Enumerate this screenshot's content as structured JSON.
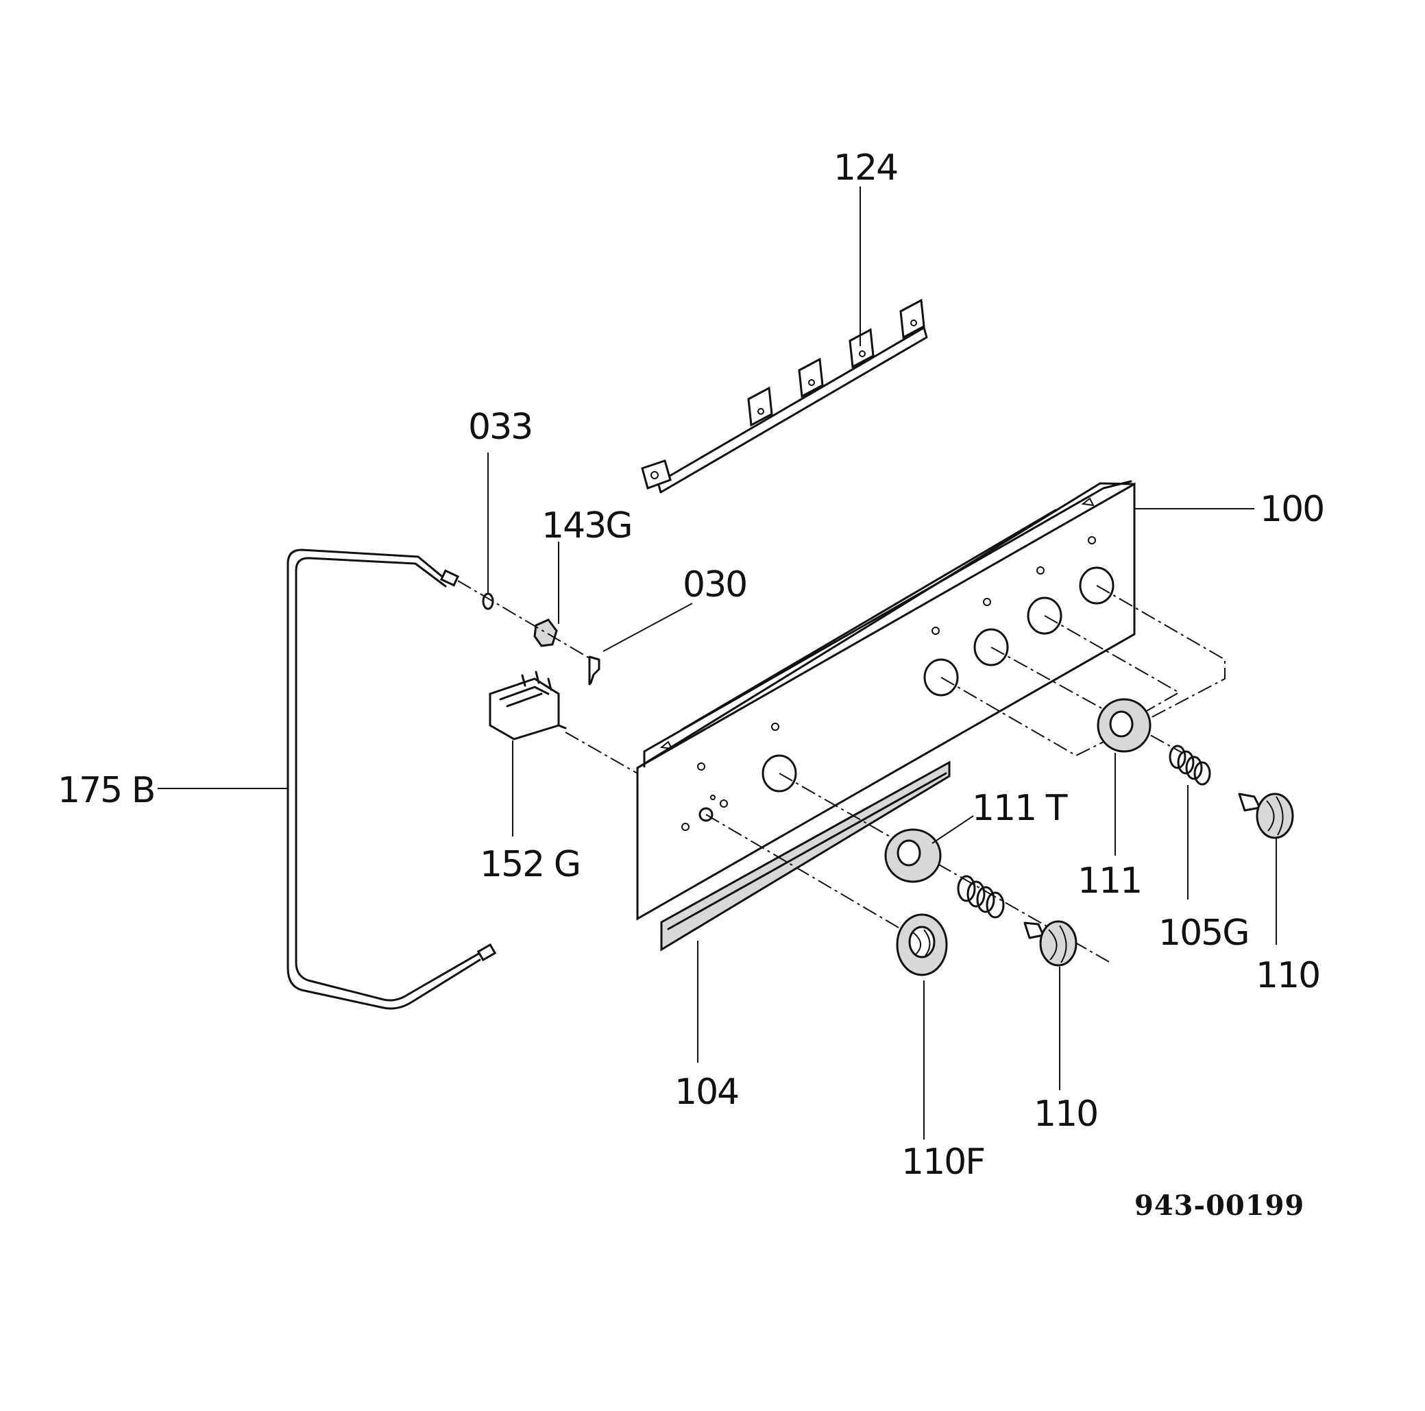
{
  "diagram": {
    "drawing_number": "943-00199",
    "parts": [
      {
        "id": "124",
        "label": "124"
      },
      {
        "id": "033",
        "label": "033"
      },
      {
        "id": "143G",
        "label": "143G"
      },
      {
        "id": "030",
        "label": "030"
      },
      {
        "id": "100",
        "label": "100"
      },
      {
        "id": "175B",
        "label": "175 B"
      },
      {
        "id": "152G",
        "label": "152 G"
      },
      {
        "id": "111T",
        "label": "111 T"
      },
      {
        "id": "111",
        "label": "111"
      },
      {
        "id": "105G",
        "label": "105G"
      },
      {
        "id": "110a",
        "label": "110"
      },
      {
        "id": "104",
        "label": "104"
      },
      {
        "id": "110F",
        "label": "110F"
      },
      {
        "id": "110b",
        "label": "110"
      }
    ]
  }
}
